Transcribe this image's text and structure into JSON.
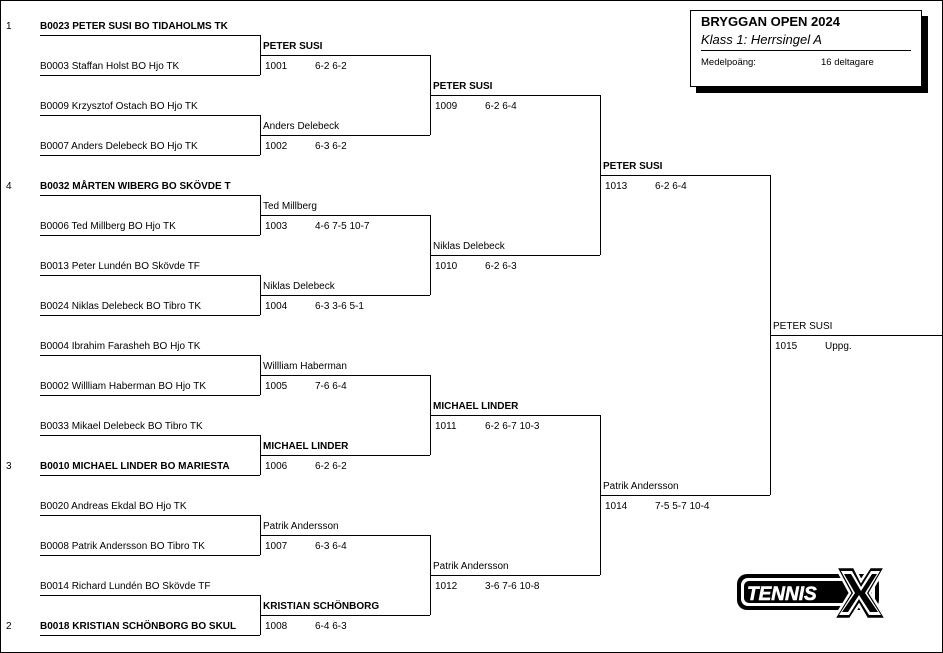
{
  "header": {
    "title": "BRYGGAN OPEN 2024",
    "subtitle": "Klass 1: Herrsingel A",
    "avg_label": "Medelpoäng:",
    "count": "16 deltagare"
  },
  "logo": {
    "text": "TENNIS",
    "icon": "tennisx-logo-x"
  },
  "seeds": [
    "1",
    "4",
    "3",
    "2"
  ],
  "entrants": [
    "B0023 PETER SUSI BO TIDAHOLMS TK",
    "B0003 Staffan Holst BO Hjo TK",
    "B0009 Krzysztof Ostach BO Hjo TK",
    "B0007 Anders Delebeck BO Hjo TK",
    "B0032 MÅRTEN WIBERG BO SKÖVDE T",
    "B0006 Ted Millberg BO Hjo TK",
    "B0013 Peter Lundén BO Skövde TF",
    "B0024 Niklas Delebeck BO Tibro TK",
    "B0004 Ibrahim Farasheh BO Hjo TK",
    "B0002 Willliam Haberman BO Hjo TK",
    "B0033 Mikael Delebeck BO Tibro TK",
    "B0010 MICHAEL LINDER BO MARIESTA",
    "B0020 Andreas Ekdal BO Hjo TK",
    "B0008 Patrik Andersson BO Tibro TK",
    "B0014 Richard Lundén BO Skövde TF",
    "B0018 KRISTIAN SCHÖNBORG BO SKUL"
  ],
  "round2": [
    {
      "winner": "PETER SUSI",
      "match": "1001",
      "score": "6-2 6-2"
    },
    {
      "winner": "Anders Delebeck",
      "match": "1002",
      "score": "6-3 6-2"
    },
    {
      "winner": "Ted Millberg",
      "match": "1003",
      "score": "4-6 7-5 10-7"
    },
    {
      "winner": "Niklas Delebeck",
      "match": "1004",
      "score": "6-3 3-6 5-1"
    },
    {
      "winner": "Willliam Haberman",
      "match": "1005",
      "score": "7-6 6-4"
    },
    {
      "winner": "MICHAEL LINDER",
      "match": "1006",
      "score": "6-2 6-2"
    },
    {
      "winner": "Patrik Andersson",
      "match": "1007",
      "score": "6-3 6-4"
    },
    {
      "winner": "KRISTIAN SCHÖNBORG",
      "match": "1008",
      "score": "6-4 6-3"
    }
  ],
  "round3": [
    {
      "winner": "PETER SUSI",
      "match": "1009",
      "score": "6-2 6-4"
    },
    {
      "winner": "Niklas Delebeck",
      "match": "1010",
      "score": "6-2 6-3"
    },
    {
      "winner": "MICHAEL LINDER",
      "match": "1011",
      "score": "6-2 6-7 10-3"
    },
    {
      "winner": "Patrik Andersson",
      "match": "1012",
      "score": "3-6 7-6 10-8"
    }
  ],
  "round4": [
    {
      "winner": "PETER SUSI",
      "match": "1013",
      "score": "6-2 6-4"
    },
    {
      "winner": "Patrik Andersson",
      "match": "1014",
      "score": "7-5 5-7 10-4"
    }
  ],
  "final": {
    "winner": "PETER SUSI",
    "match": "1015",
    "score": "Uppg."
  }
}
